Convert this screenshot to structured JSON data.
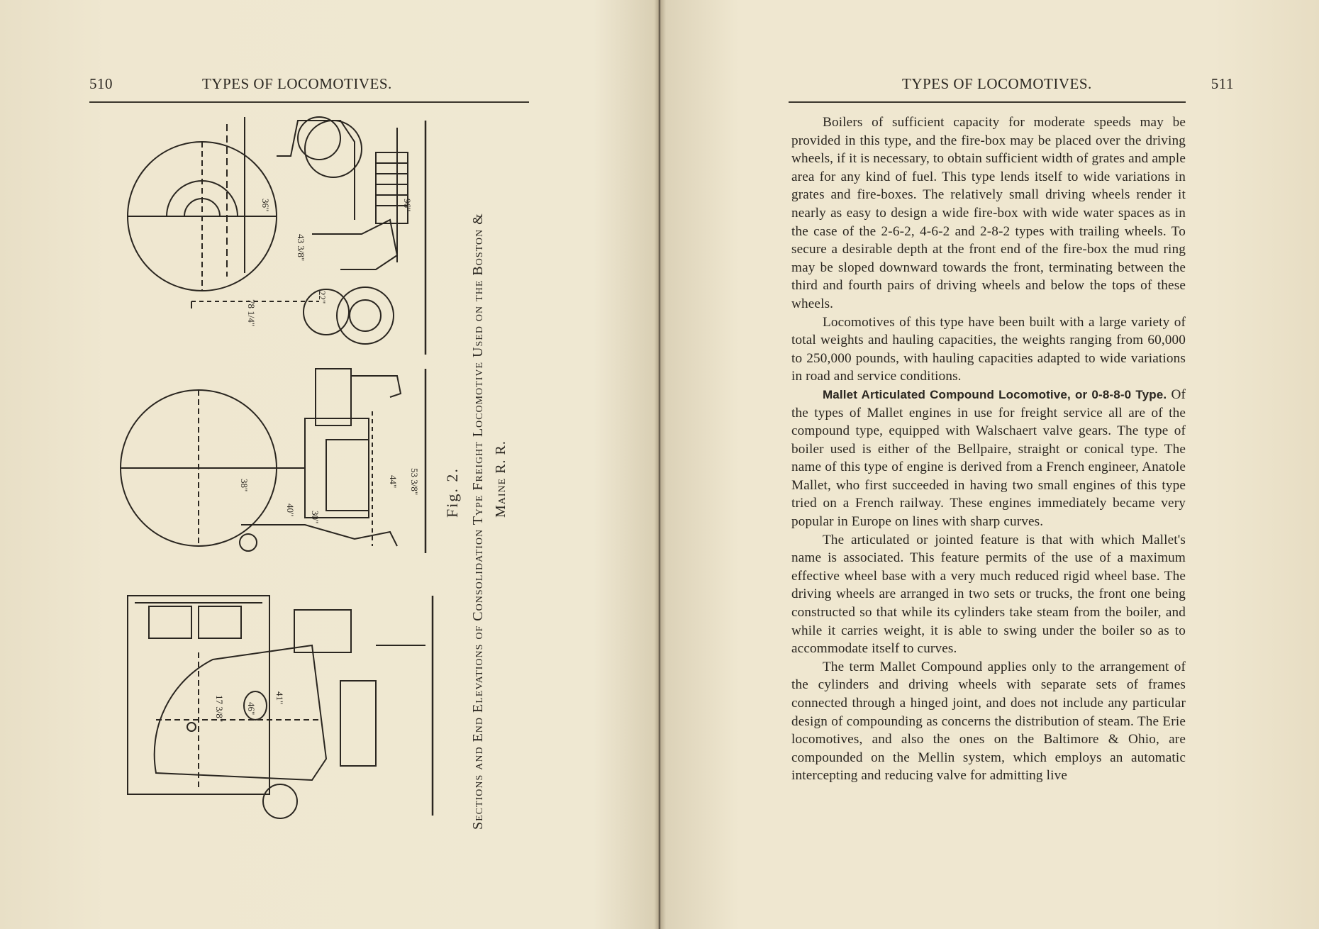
{
  "left_page": {
    "page_number": "510",
    "header_title": "TYPES OF LOCOMOTIVES.",
    "figure": {
      "label": "Fig. 2.",
      "caption_line1": "Sections and End Elevations of Consolidation Type Freight Locomotive Used on the Boston &",
      "caption_line2": "Maine R. R.",
      "dimensions": [
        "36\"",
        "96\"",
        "43 3/8\"",
        "44\"",
        "22\"",
        "78 1/4\"",
        "38\"",
        "40\"",
        "30\"",
        "53 3/8\"",
        "17 3/8\"",
        "46\"",
        "41\""
      ]
    }
  },
  "right_page": {
    "page_number": "511",
    "header_title": "TYPES OF LOCOMOTIVES.",
    "paragraphs": [
      "Boilers of sufficient capacity for moderate speeds may be provided in this type, and the fire-box may be placed over the driving wheels, if it is necessary, to obtain sufficient width of grates and ample area for any kind of fuel. This type lends itself to wide variations in grates and fire-boxes. The relatively small driving wheels render it nearly as easy to design a wide fire-box with wide water spaces as in the case of the 2-6-2, 4-6-2 and 2-8-2 types with trailing wheels. To secure a desirable depth at the front end of the fire-box the mud ring may be sloped downward towards the front, terminating between the third and fourth pairs of driving wheels and below the tops of these wheels.",
      "Locomotives of this type have been built with a large variety of total weights and hauling capacities, the weights ranging from 60,000 to 250,000 pounds, with hauling capacities adapted to wide variations in road and service conditions."
    ],
    "mallet_heading": "Mallet Articulated Compound Locomotive, or 0-8-8-0 Type.",
    "mallet_paragraph": "Of the types of Mallet engines in use for freight service all are of the compound type, equipped with Walschaert valve gears. The type of boiler used is either of the Bellpaire, straight or conical type. The name of this type of engine is derived from a French engineer, Anatole Mallet, who first succeeded in having two small engines of this type tried on a French railway. These engines immediately became very popular in Europe on lines with sharp curves.",
    "paragraphs_after": [
      "The articulated or jointed feature is that with which Mallet's name is associated. This feature permits of the use of a maximum effective wheel base with a very much reduced rigid wheel base. The driving wheels are arranged in two sets or trucks, the front one being constructed so that while its cylinders take steam from the boiler, and while it carries weight, it is able to swing under the boiler so as to accommodate itself to curves.",
      "The term Mallet Compound applies only to the arrangement of the cylinders and driving wheels with separate sets of frames connected through a hinged joint, and does not include any particular design of compounding as concerns the distribution of steam. The Erie locomotives, and also the ones on the Baltimore & Ohio, are compounded on the Mellin system, which employs an automatic intercepting and reducing valve for admitting live"
    ]
  }
}
